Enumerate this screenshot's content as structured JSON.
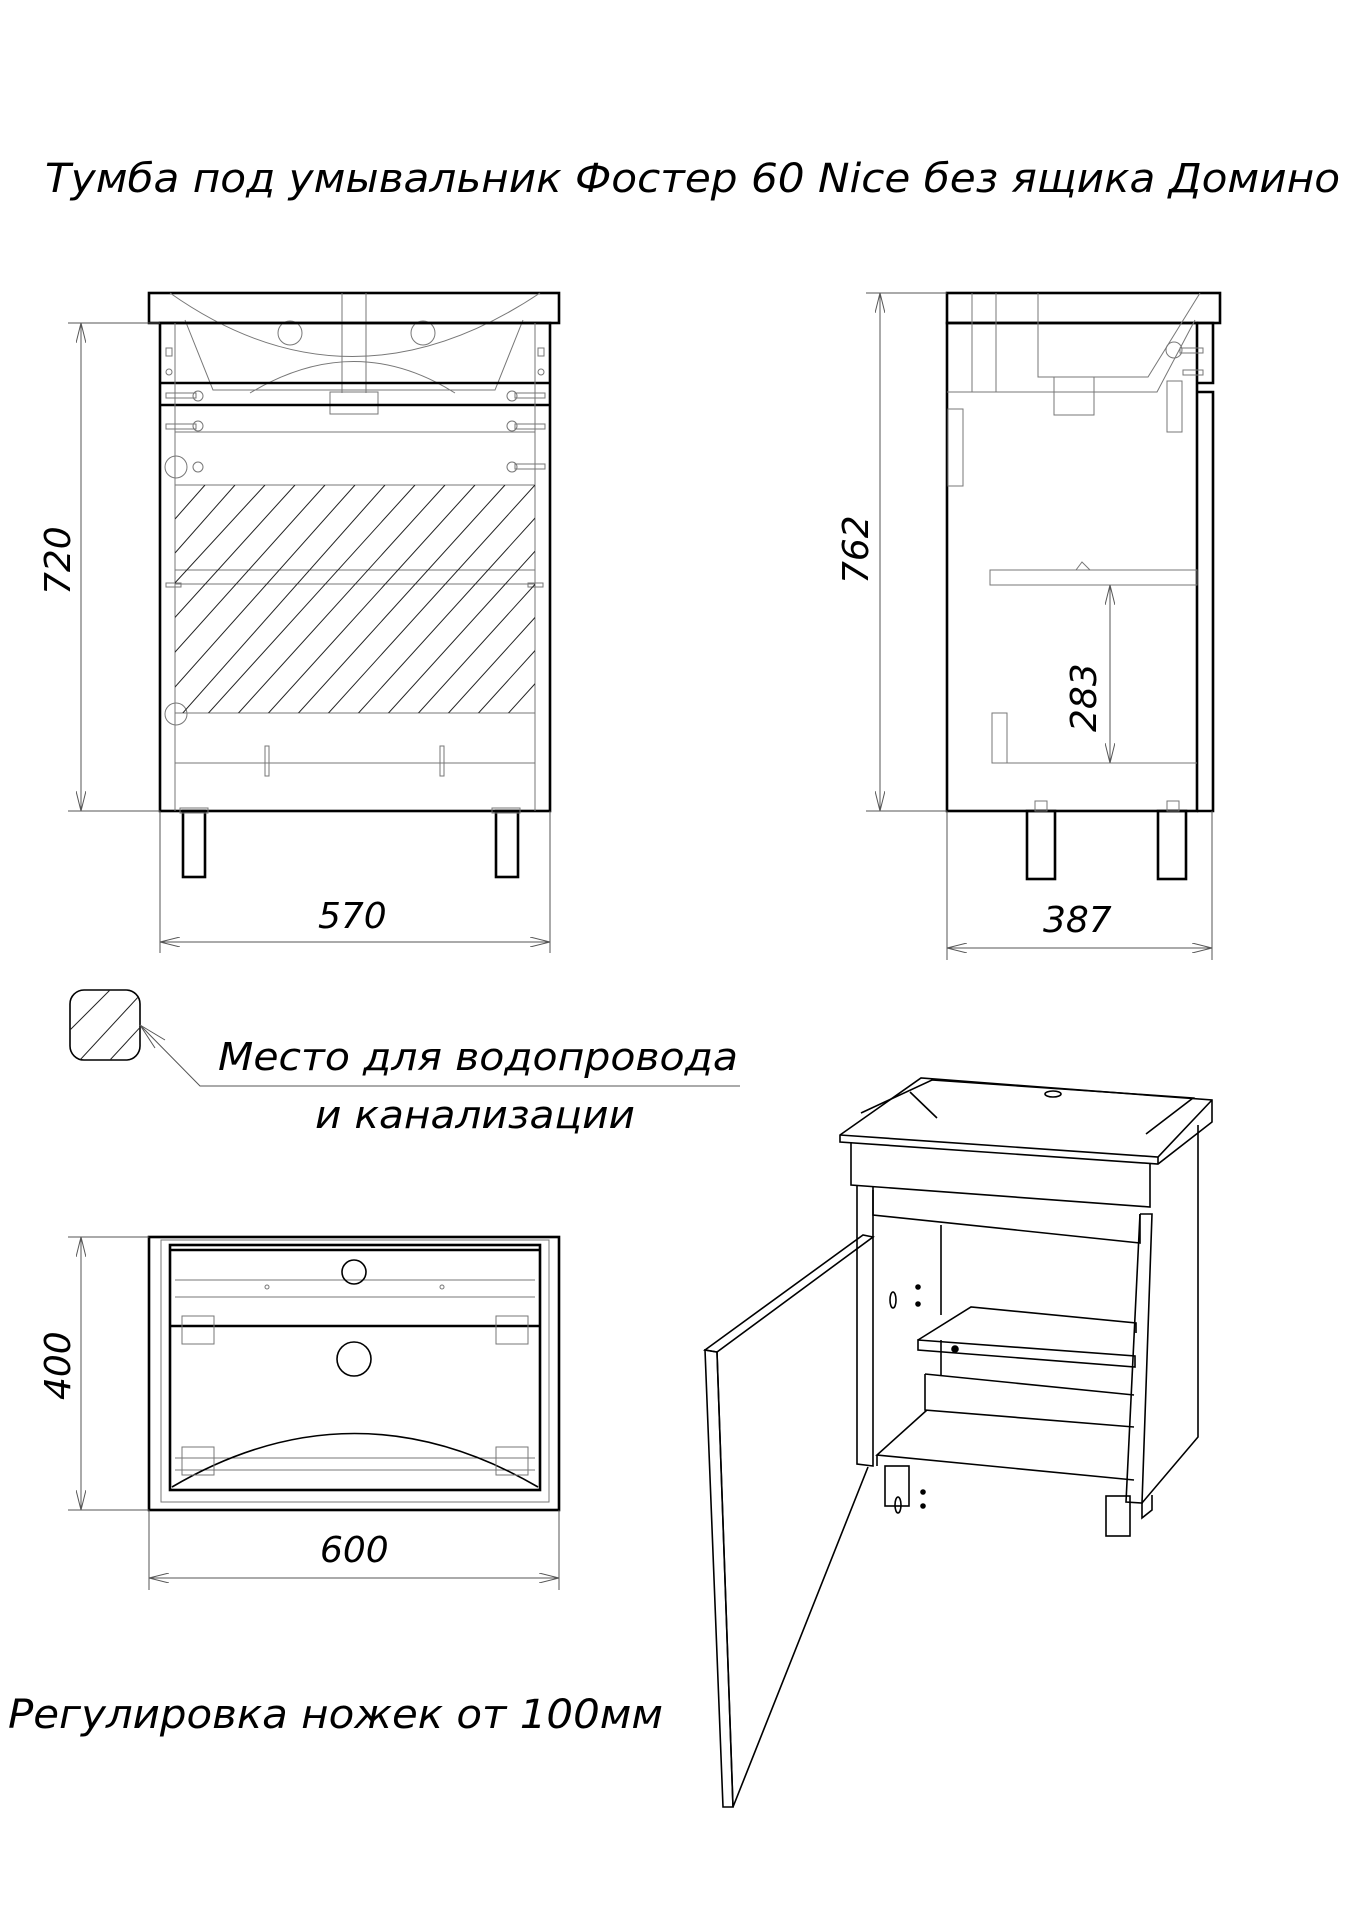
{
  "title": "Тумба под умывальник Фостер 60 Nice без ящика Домино",
  "front_view": {
    "height_dim": "720",
    "width_dim": "570"
  },
  "side_view": {
    "height_dim": "762",
    "shelf_dim": "283",
    "depth_dim": "387"
  },
  "legend": {
    "line1": "Место для водопровода",
    "line2": "и канализации"
  },
  "top_view": {
    "depth_dim": "400",
    "width_dim": "600"
  },
  "note": "Регулировка ножек от 100мм",
  "colors": {
    "line": "#000000",
    "thin_line": "#777777",
    "background": "#ffffff"
  }
}
